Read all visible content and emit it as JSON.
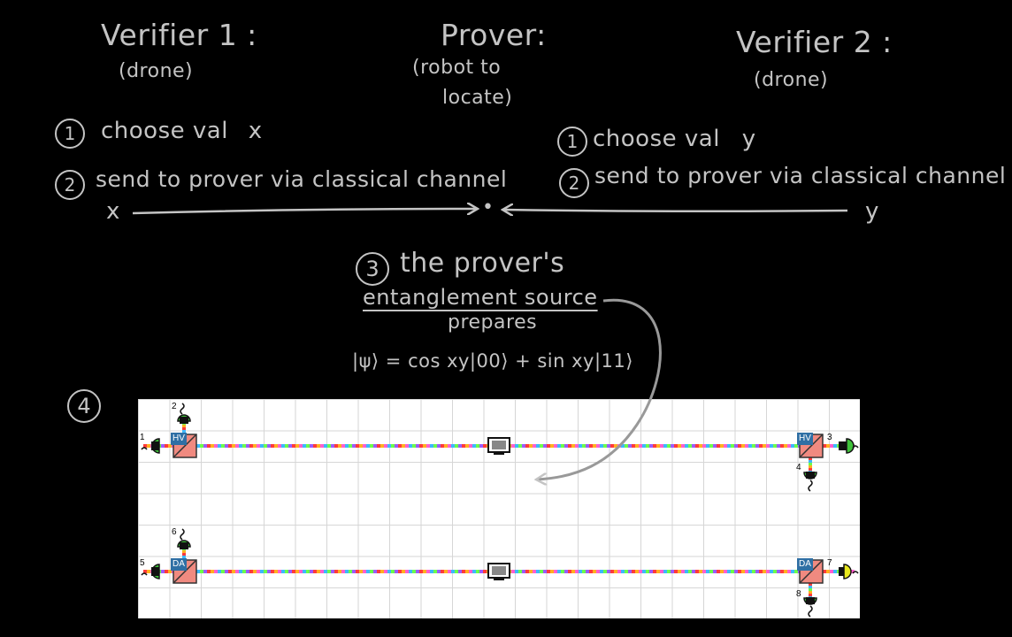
{
  "verifier1": {
    "title": "Verifier 1 :",
    "subtitle": "(drone)",
    "step1_num": "1",
    "step1_text": "choose val",
    "step1_var": "x",
    "step2_num": "2",
    "step2_text": "send to prover via classical channel",
    "arrow_var": "x"
  },
  "prover": {
    "title": "Prover:",
    "subtitle_line1": "(robot to",
    "subtitle_line2": "locate)",
    "point": "•",
    "step3_num": "3",
    "step3_text": "the prover's",
    "source_text": "entanglement source",
    "prepares_text": "prepares",
    "state_formula": "|ψ⟩ = cos xy|00⟩ + sin xy|11⟩"
  },
  "verifier2": {
    "title": "Verifier 2 :",
    "subtitle": "(drone)",
    "step1_num": "1",
    "step1_text": "choose val",
    "step1_var": "y",
    "step2_num": "2",
    "step2_text": "send to prover via classical channel",
    "arrow_var": "y"
  },
  "step4_num": "4",
  "setup": {
    "detector_labels": [
      "1",
      "2",
      "3",
      "4",
      "5",
      "6",
      "7",
      "8"
    ],
    "splitter_labels": [
      "HV",
      "HV",
      "DA",
      "DA"
    ],
    "colors": {
      "detector_active": "#3fc13a",
      "detector_yellow": "#e8e81e",
      "splitter": "#f08a80",
      "tag": "#2f6fa4",
      "chalk": "#c4c4c4"
    }
  }
}
